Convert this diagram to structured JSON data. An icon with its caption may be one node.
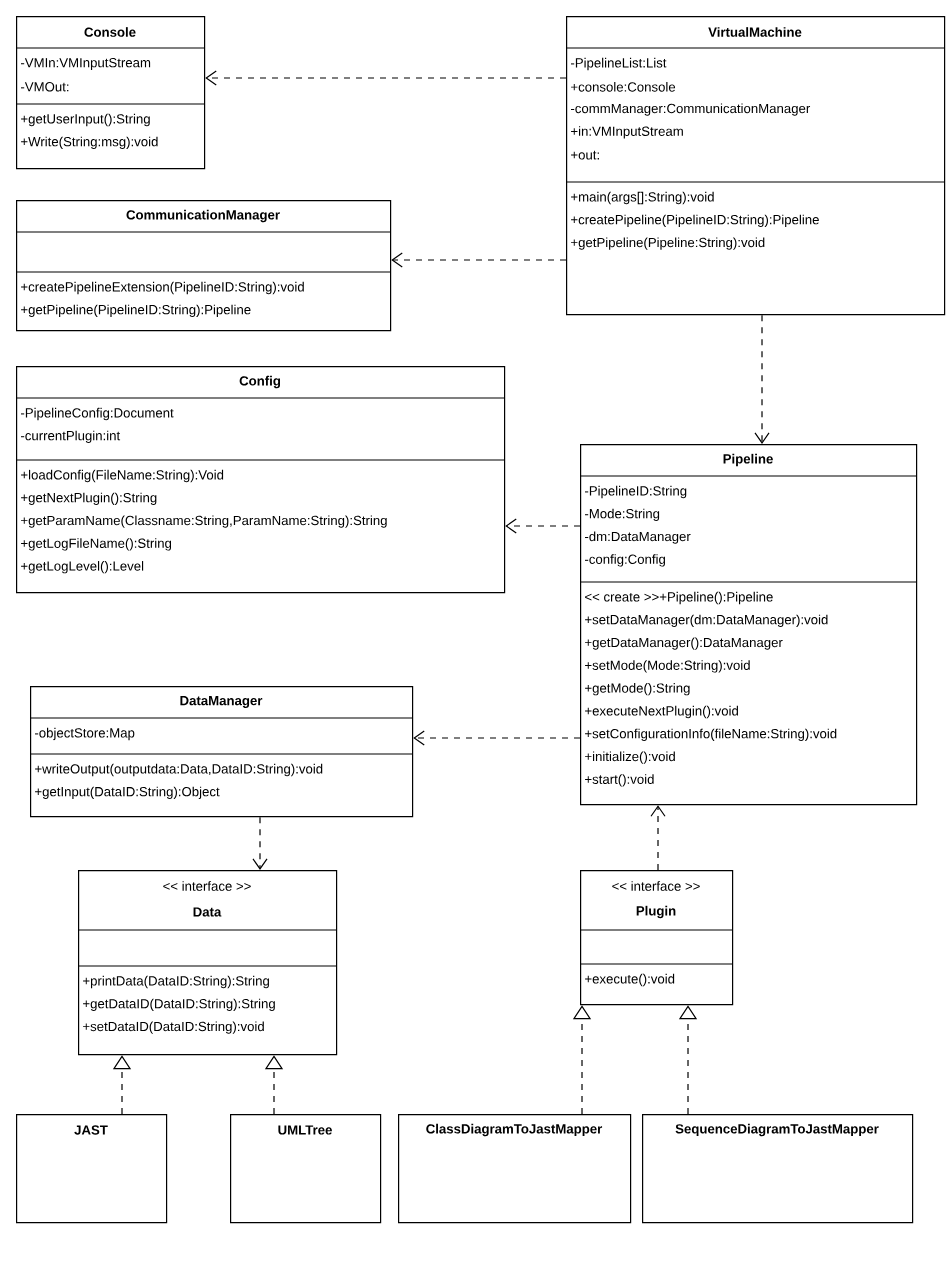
{
  "diagram": {
    "nodes": [
      {
        "text": [
          "Console",
          "-VMIn:VMInputStream",
          "-VMOut:",
          "+getUserInput():String",
          "+Write(String:msg):void"
        ]
      },
      {
        "text": [
          "VirtualMachine",
          "-PipelineList:List",
          "+console:Console",
          "-commManager:CommunicationManager",
          "+in:VMInputStream",
          "+out:",
          "+main(args[]:String):void",
          "+createPipeline(PipelineID:String):Pipeline",
          "+getPipeline(Pipeline:String):void"
        ]
      },
      {
        "text": [
          "CommunicationManager",
          "+createPipelineExtension(PipelineID:String):void",
          "+getPipeline(PipelineID:String):Pipeline"
        ]
      },
      {
        "text": [
          "Config",
          "-PipelineConfig:Document",
          "-currentPlugin:int",
          "+loadConfig(FileName:String):Void",
          "+getNextPlugin():String",
          "+getParamName(Classname:String,ParamName:String):String",
          "+getLogFileName():String",
          "+getLogLevel():Level"
        ]
      },
      {
        "text": [
          "Pipeline",
          "-PipelineID:String",
          "-Mode:String",
          "-dm:DataManager",
          "-config:Config",
          "<< create >>+Pipeline():Pipeline",
          "+setDataManager(dm:DataManager):void",
          "+getDataManager():DataManager",
          "+setMode(Mode:String):void",
          "+getMode():String",
          "+executeNextPlugin():void",
          "+setConfigurationInfo(fileName:String):void",
          "+initialize():void",
          "+start():void"
        ]
      },
      {
        "text": [
          "DataManager",
          "-objectStore:Map",
          "+writeOutput(outputdata:Data,DataID:String):void",
          "+getInput(DataID:String):Object"
        ]
      },
      {
        "text": [
          "<< interface >>",
          "Data",
          "+printData(DataID:String):String",
          "+getDataID(DataID:String):String",
          "+setDataID(DataID:String):void"
        ]
      },
      {
        "text": [
          "<< interface >>",
          "Plugin",
          "+execute():void"
        ]
      },
      {
        "text": [
          "JAST"
        ]
      },
      {
        "text": [
          "UMLTree"
        ]
      },
      {
        "text": [
          "ClassDiagramToJastMapper"
        ]
      },
      {
        "text": [
          "SequenceDiagramToJastMapper"
        ]
      }
    ],
    "edges": [
      {
        "from": 1,
        "to": 0,
        "arrow": "to",
        "style": "dashed"
      },
      {
        "from": 1,
        "to": 2,
        "arrow": "to",
        "style": "dashed"
      },
      {
        "from": 1,
        "to": 4,
        "arrow": "to",
        "style": "dashed"
      },
      {
        "from": 4,
        "to": 3,
        "arrow": "to",
        "style": "dashed"
      },
      {
        "from": 4,
        "to": 5,
        "arrow": "to",
        "style": "dashed"
      },
      {
        "from": 5,
        "to": 6,
        "arrow": "to",
        "style": "dashed"
      },
      {
        "from": 7,
        "to": 4,
        "arrow": "to",
        "style": "dashed"
      },
      {
        "from": 8,
        "to": 6,
        "arrow": "to",
        "style": "dashed"
      },
      {
        "from": 9,
        "to": 6,
        "arrow": "to",
        "style": "dashed"
      },
      {
        "from": 10,
        "to": 7,
        "arrow": "to",
        "style": "dashed"
      },
      {
        "from": 11,
        "to": 7,
        "arrow": "to",
        "style": "dashed"
      }
    ]
  }
}
